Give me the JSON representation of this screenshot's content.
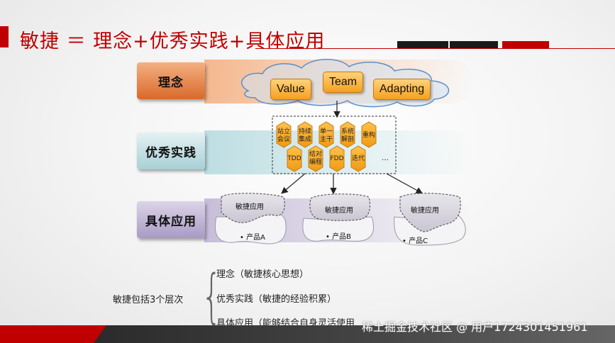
{
  "slide": {
    "title": "敏捷 ＝ 理念+优秀实践+具体应用"
  },
  "levels": {
    "concept": "理念",
    "practice": "优秀实践",
    "application": "具体应用"
  },
  "concept_tags": [
    "Value",
    "Team",
    "Adapting"
  ],
  "practices": {
    "row1": [
      "站立\n会议",
      "持续\n集成",
      "单一\n主干",
      "系统\n解剖",
      "重构"
    ],
    "row2": [
      "TDD",
      "结对\n编程",
      "FDD",
      "迭代"
    ],
    "more": "…"
  },
  "applications": [
    {
      "label": "敏捷应用",
      "product": "• 产品A"
    },
    {
      "label": "敏捷应用",
      "product": "• 产品B"
    },
    {
      "label": "敏捷应用",
      "product": "• 产品C"
    }
  ],
  "summary": {
    "lead": "敏捷包括3个层次",
    "items": [
      "理念（敏捷核心思想）",
      "优秀实践（敏捷的经验积累）",
      "具体应用（能够结合自身灵活使用"
    ]
  },
  "watermark": "稀土掘金技术社区 @ 用户1724301451961",
  "colors": {
    "accent_red": "#c00000",
    "hex_fill": "#f5a623",
    "tag_fill": "#f5a020"
  }
}
